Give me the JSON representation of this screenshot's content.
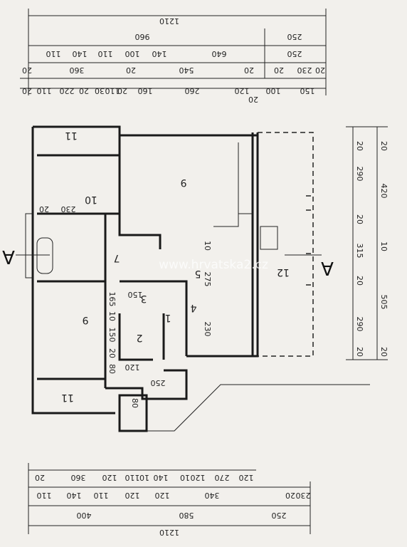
{
  "watermark": "www.hrvatska2.cz",
  "section_marks": [
    "A",
    "A"
  ],
  "dims_top": {
    "total": "1210",
    "r2": [
      "960",
      "250"
    ],
    "r3": [
      "110",
      "140",
      "110",
      "100",
      "140",
      "640",
      "250"
    ],
    "r4": [
      "20",
      "360",
      "20",
      "540",
      "20",
      "20",
      "230",
      "20"
    ],
    "r5": [
      "20",
      "110",
      "220",
      "20",
      "30",
      "110",
      "20",
      "160",
      "260",
      "120",
      "20",
      "100",
      "150"
    ]
  },
  "dims_bottom": {
    "r1": [
      "20",
      "360",
      "120",
      "110",
      "10",
      "140",
      "10",
      "120",
      "270",
      "120"
    ],
    "r2": [
      "110",
      "140",
      "110",
      "120",
      "120",
      "340",
      "20",
      "230"
    ],
    "r3": [
      "400",
      "580",
      "250"
    ],
    "total": "1210"
  },
  "dims_right": {
    "c1": [
      "20",
      "290",
      "20",
      "315",
      "20",
      "290",
      "20"
    ],
    "c2": [
      "20",
      "420",
      "10",
      "505",
      "20"
    ]
  },
  "interior_dims": [
    "230",
    "20",
    "10",
    "275",
    "230",
    "150",
    "165",
    "10",
    "150",
    "20",
    "80",
    "120",
    "250",
    "80"
  ],
  "rooms": {
    "r11_top": "11",
    "r10": "10",
    "r9_main": "9",
    "r12": "12",
    "r9_left": "9",
    "r11_bottom": "11",
    "r1": "1",
    "r2": "2",
    "r3": "3",
    "r4": "4",
    "r5": "5",
    "r7": "7"
  }
}
